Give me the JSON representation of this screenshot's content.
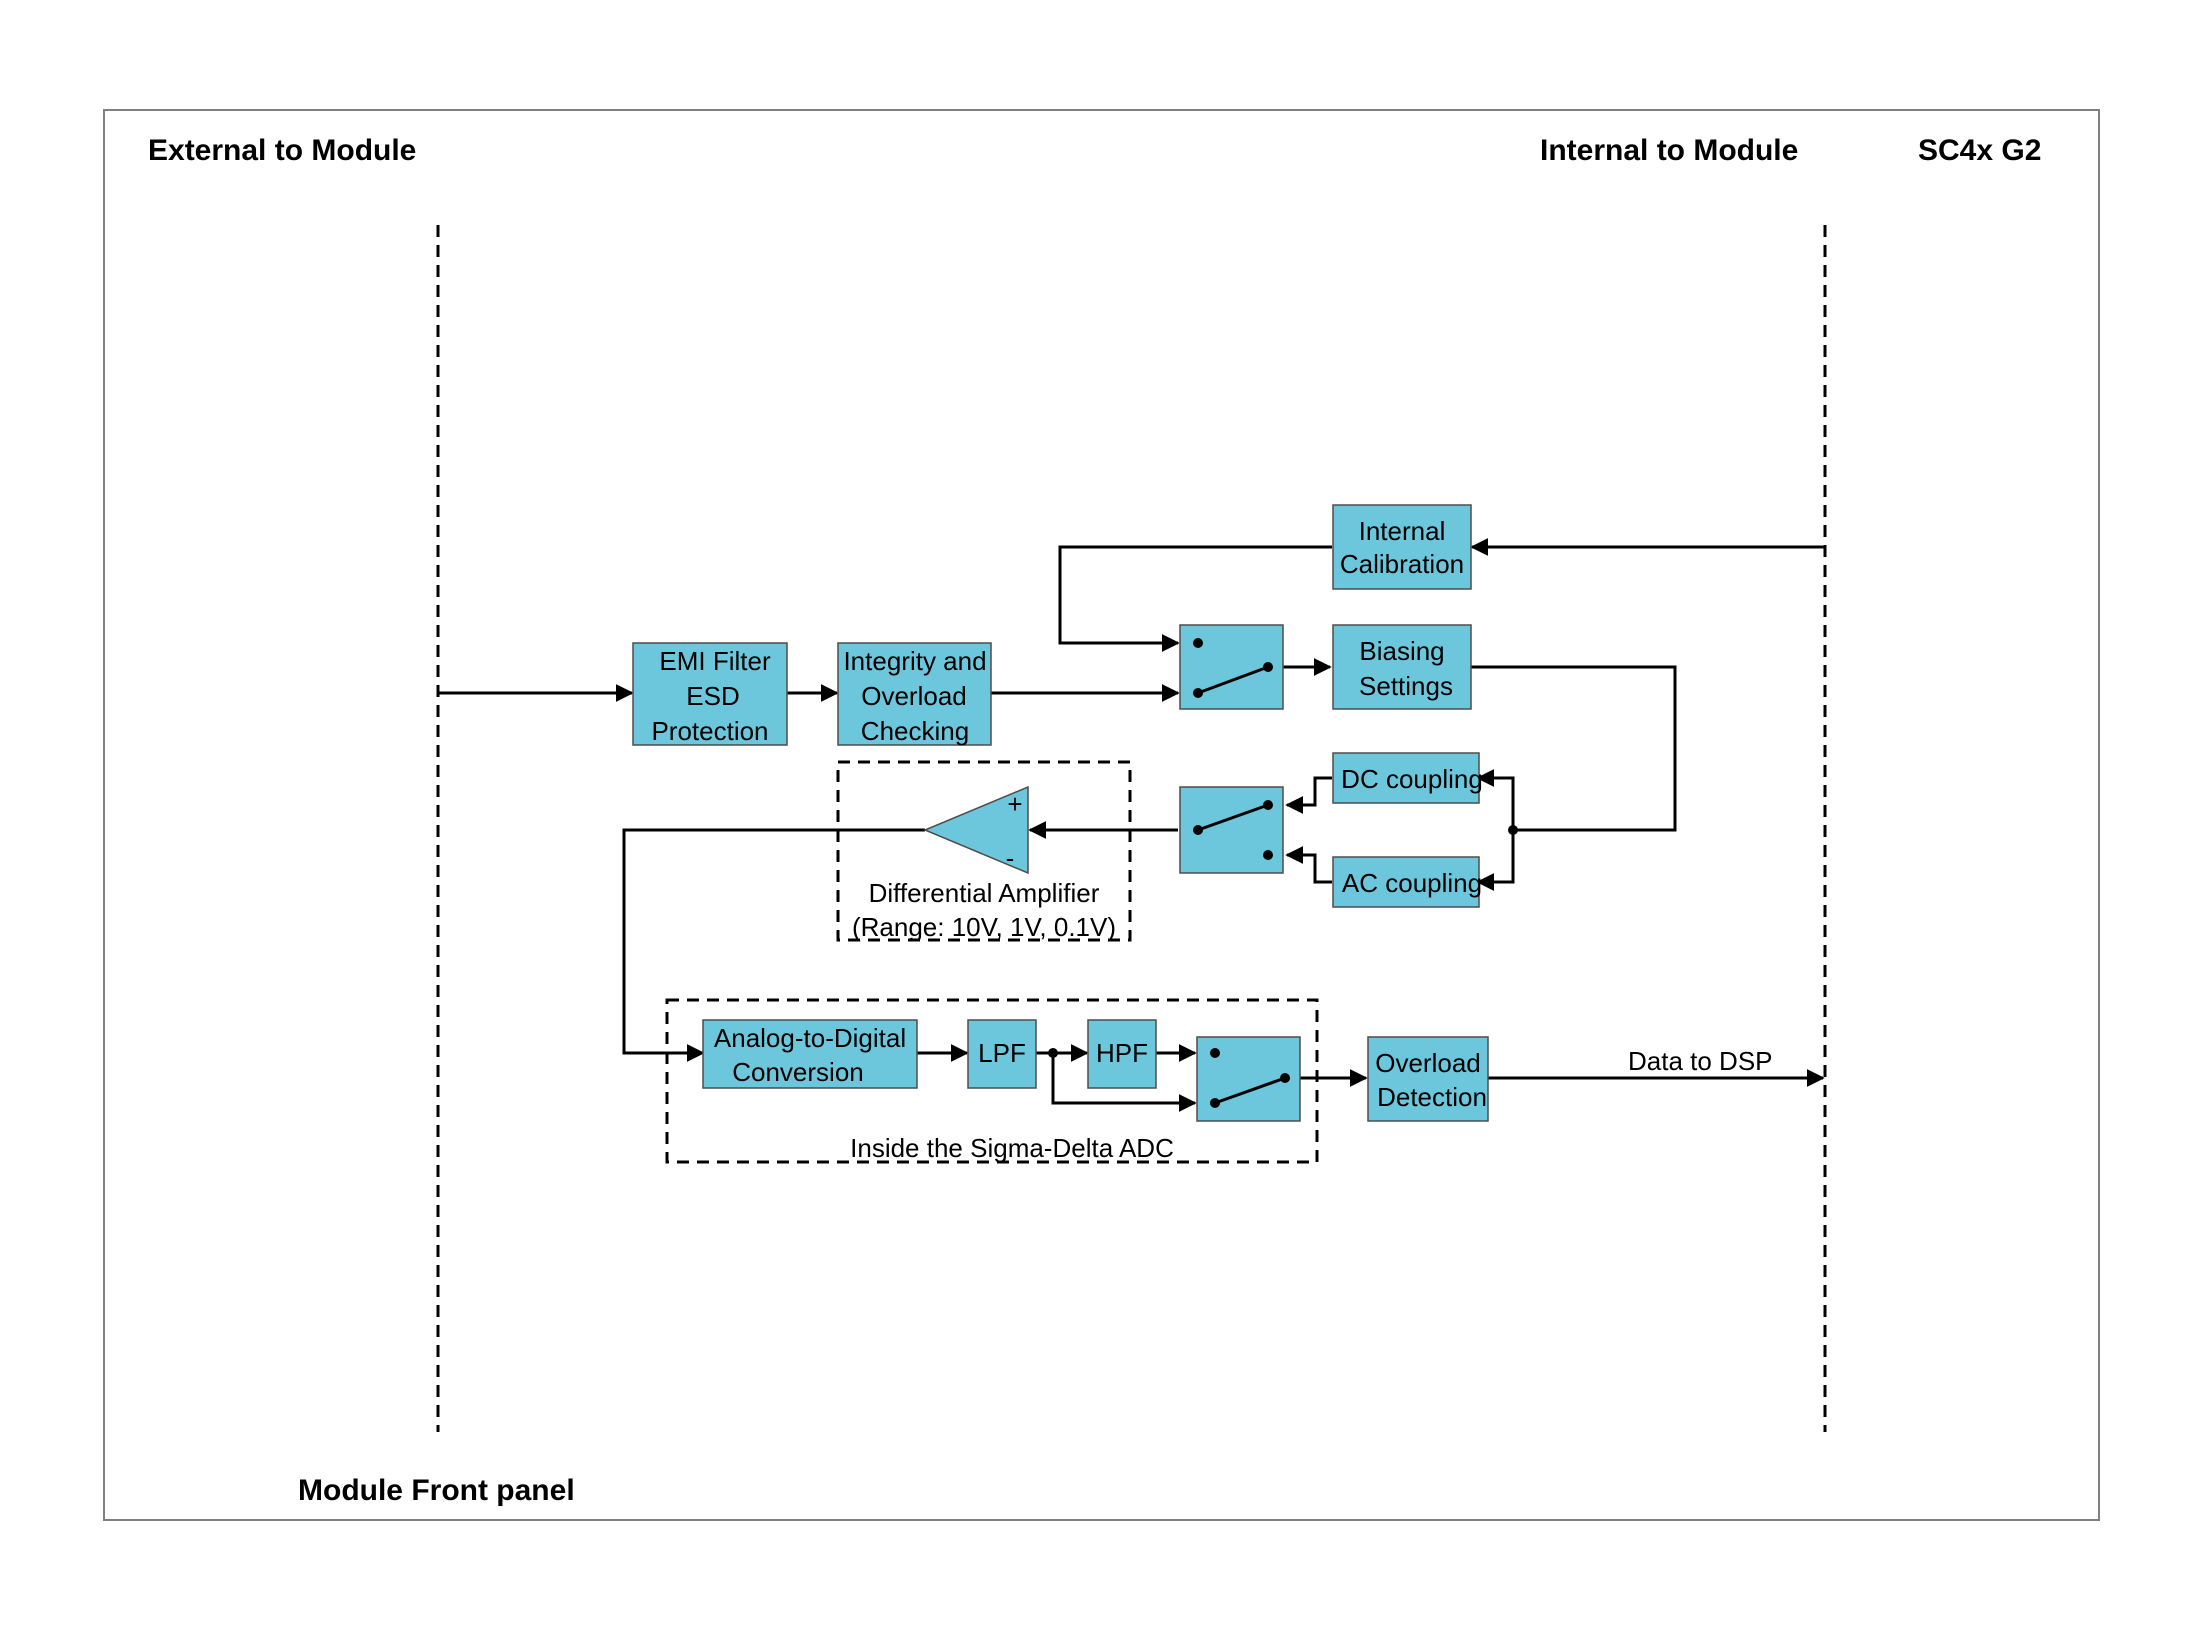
{
  "headers": {
    "external": "External to Module",
    "internal": "Internal to Module",
    "model": "SC4x G2",
    "front_panel": "Module Front panel"
  },
  "blocks": {
    "emi": [
      "EMI Filter",
      "ESD",
      "Protection"
    ],
    "integrity": [
      "Integrity and",
      "Overload",
      "Checking"
    ],
    "internal_cal": [
      "Internal",
      "Calibration"
    ],
    "biasing": [
      "Biasing",
      "Settings"
    ],
    "dc": "DC coupling",
    "ac": "AC coupling",
    "adc": [
      "Analog-to-Digital",
      "Conversion"
    ],
    "lpf": "LPF",
    "hpf": "HPF",
    "overload_det": [
      "Overload",
      "Detection"
    ]
  },
  "amp": {
    "label": "Differential Amplifier",
    "range": "(Range: 10V, 1V, 0.1V)",
    "plus": "+",
    "minus": "-"
  },
  "adc_group_label": "Inside the Sigma-Delta ADC",
  "output_label": "Data to DSP"
}
